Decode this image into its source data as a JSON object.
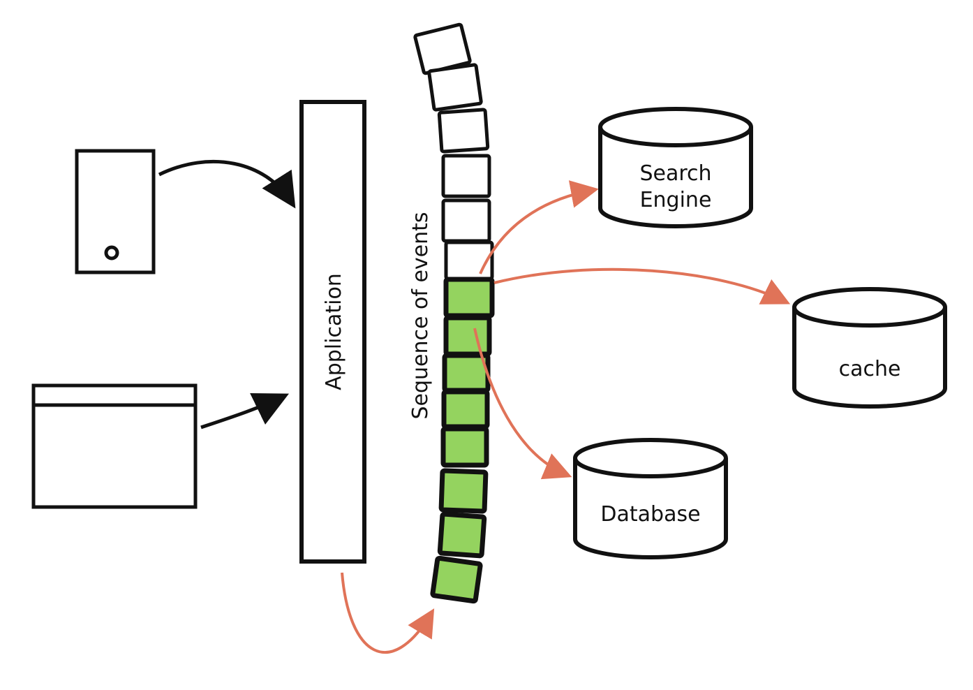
{
  "labels": {
    "application": "Application",
    "sequence": "Sequence of events",
    "search_engine_line1": "Search",
    "search_engine_line2": "Engine",
    "cache": "cache",
    "database": "Database"
  },
  "events": {
    "total": 14,
    "processed": 8
  },
  "colors": {
    "ink": "#111111",
    "event_processed": "#94d35f",
    "flow_arrow": "#e07358"
  }
}
